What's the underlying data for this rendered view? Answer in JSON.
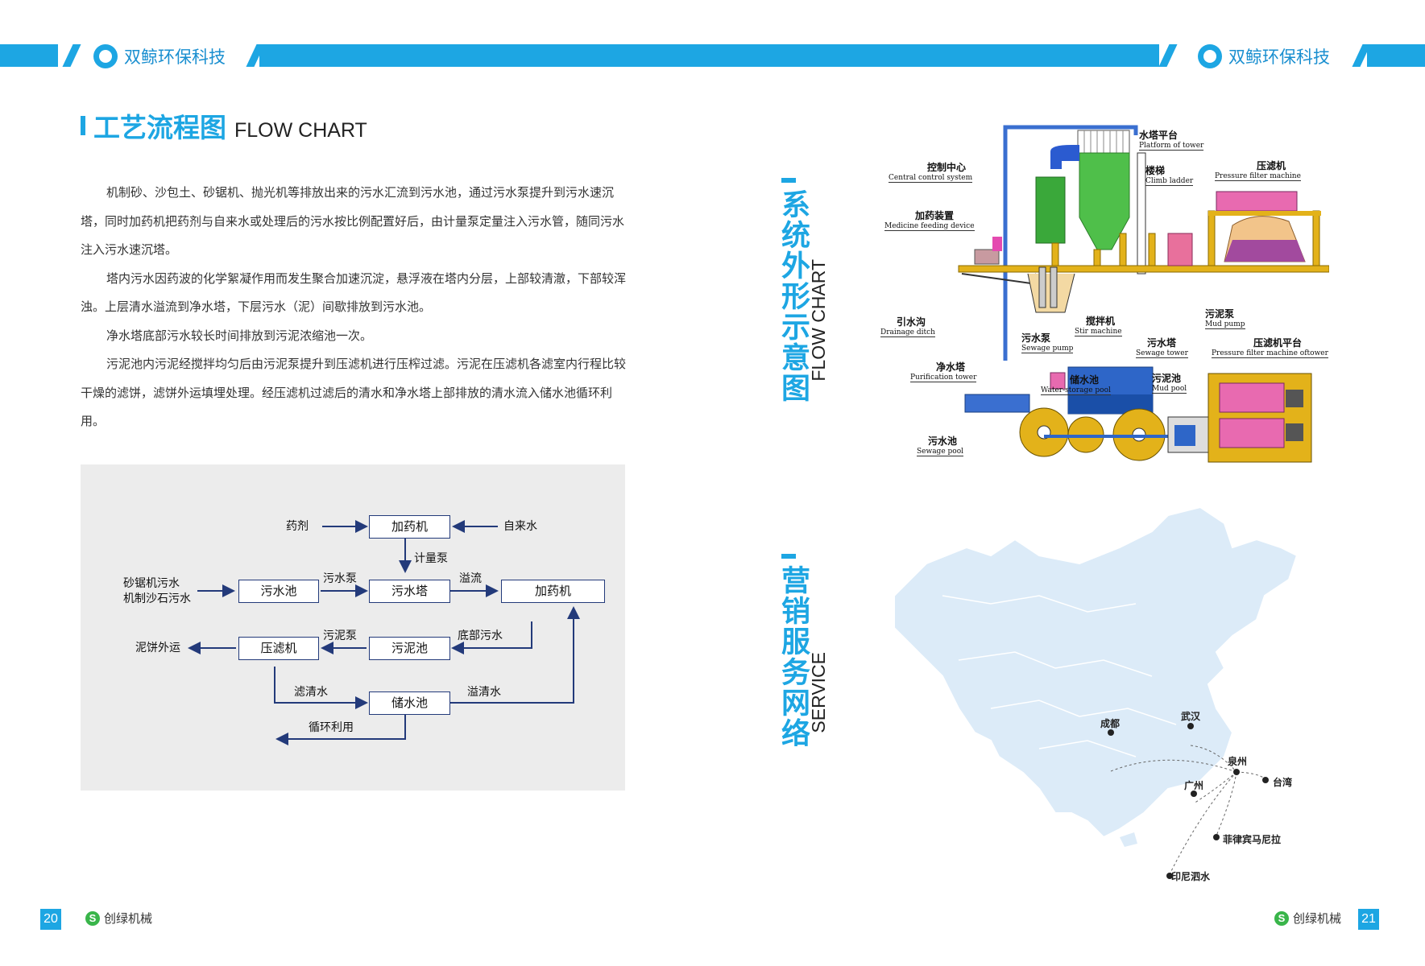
{
  "header": {
    "brand_left": "双鲸环保科技",
    "brand_right": "双鲸环保科技"
  },
  "flow_section": {
    "title_cn": "工艺流程图",
    "title_en": "FLOW CHART",
    "paragraphs": [
      "机制砂、沙包土、砂锯机、抛光机等排放出来的污水汇流到污水池，通过污水泵提升到污水速沉塔，同时加药机把药剂与自来水或处理后的污水按比例配置好后，由计量泵定量注入污水管，随同污水注入污水速沉塔。",
      "塔内污水因药波的化学絮凝作用而发生聚合加速沉淀，悬浮液在塔内分层，上部较清澈，下部较浑浊。上层清水溢流到净水塔，下层污水（泥）间歇排放到污水池。",
      "净水塔底部污水较长时间排放到污泥浓缩池一次。",
      "污泥池内污泥经搅拌均匀后由污泥泵提升到压滤机进行压榨过滤。污泥在压滤机各滤室内行程比较干燥的滤饼，滤饼外运填埋处理。经压滤机过滤后的清水和净水塔上部排放的清水流入储水池循环利用。"
    ]
  },
  "flowchart": {
    "nodes": {
      "dosing_top": "加药机",
      "sewage_pool": "污水池",
      "sewage_tower": "污水塔",
      "dosing_right": "加药机",
      "filter_press": "压滤机",
      "sludge_pool": "污泥池",
      "storage_pool": "储水池"
    },
    "labels": {
      "reagent": "药剂",
      "tap_water": "自来水",
      "metering_pump": "计量泵",
      "source1": "砂锯机污水",
      "source2": "机制沙石污水",
      "sewage_pump": "污水泵",
      "overflow": "溢流",
      "mud_cake": "泥饼外运",
      "sludge_pump": "污泥泵",
      "bottom_sewage": "底部污水",
      "filtered_water": "滤清水",
      "overflow_clear": "溢清水",
      "recycle": "循环利用"
    }
  },
  "system_section": {
    "title_cn": "系统外形示意图",
    "title_en": "FLOW CHART"
  },
  "equipment_labels": {
    "platform_cn": "水塔平台",
    "platform_en": "Platform of tower",
    "control_cn": "控制中心",
    "control_en": "Central control system",
    "ladder_cn": "楼梯",
    "ladder_en": "Climb ladder",
    "press_cn": "压滤机",
    "press_en": "Pressure filter machine",
    "medicine_cn": "加药装置",
    "medicine_en": "Medicine feeding device",
    "ditch_cn": "引水沟",
    "ditch_en": "Drainage ditch",
    "stir_cn": "搅拌机",
    "stir_en": "Stir machine",
    "mudpump_cn": "污泥泵",
    "mudpump_en": "Mud pump",
    "sewpump_cn": "污水泵",
    "sewpump_en": "Sewage pump",
    "sewtower_cn": "污水塔",
    "sewtower_en": "Sewage tower",
    "pressplat_cn": "压滤机平台",
    "pressplat_en": "Pressure filter machine oftower",
    "purif_cn": "净水塔",
    "purif_en": "Purification tower",
    "storage_cn": "储水池",
    "storage_en": "Water-storage pool",
    "mudpool_cn": "污泥池",
    "mudpool_en": "Mud pool",
    "sewpool_cn": "污水池",
    "sewpool_en": "Sewage pool"
  },
  "service_section": {
    "title_cn": "营销服务网络",
    "title_en": "SERVICE"
  },
  "map_cities": {
    "chengdu": "成都",
    "wuhan": "武汉",
    "quanzhou": "泉州",
    "guangzhou": "广州",
    "taiwan": "台湾",
    "manila": "菲律宾马尼拉",
    "indonesia": "印尼泗水"
  },
  "colors": {
    "accent": "#1da6e3",
    "flow_arrow": "#233a7a",
    "map_fill": "#dcebf8"
  },
  "footer": {
    "page_left": "20",
    "page_right": "21",
    "brand_left": "创绿机械",
    "brand_right": "创绿机械"
  }
}
